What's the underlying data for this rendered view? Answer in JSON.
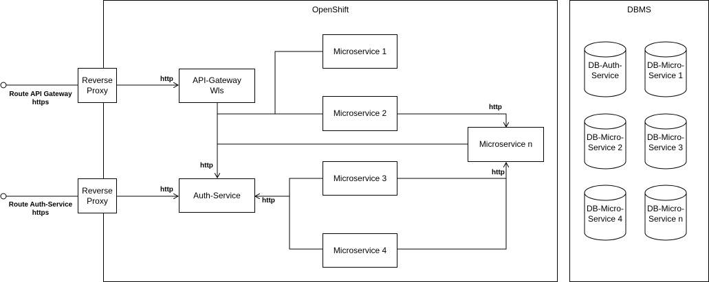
{
  "openshift": {
    "title": "OpenShift"
  },
  "dbms": {
    "title": "DBMS",
    "databases": [
      "DB-Auth-\nService",
      "DB-Micro-\nService 1",
      "DB-Micro-\nService 2",
      "DB-Micro-\nService 3",
      "DB-Micro-\nService 4",
      "DB-Micro-\nService n"
    ]
  },
  "routes": {
    "api_gateway": "Route API Gateway\nhttps",
    "auth_service": "Route Auth-Service\nhttps"
  },
  "proxies": {
    "top": "Reverse\nProxy",
    "bottom": "Reverse\nProxy"
  },
  "nodes": {
    "api_gateway": "API-Gateway\nWls",
    "auth_service": "Auth-Service",
    "microservice_1": "Microservice 1",
    "microservice_2": "Microservice 2",
    "microservice_3": "Microservice 3",
    "microservice_4": "Microservice 4",
    "microservice_n": "Microservice n"
  },
  "edge_labels": {
    "proxy_to_gateway": "http",
    "proxy_to_auth": "http",
    "gateway_to_auth": "http",
    "ms3_to_auth": "http",
    "ms2_to_msn": "http",
    "ms3_to_msn": "http"
  }
}
